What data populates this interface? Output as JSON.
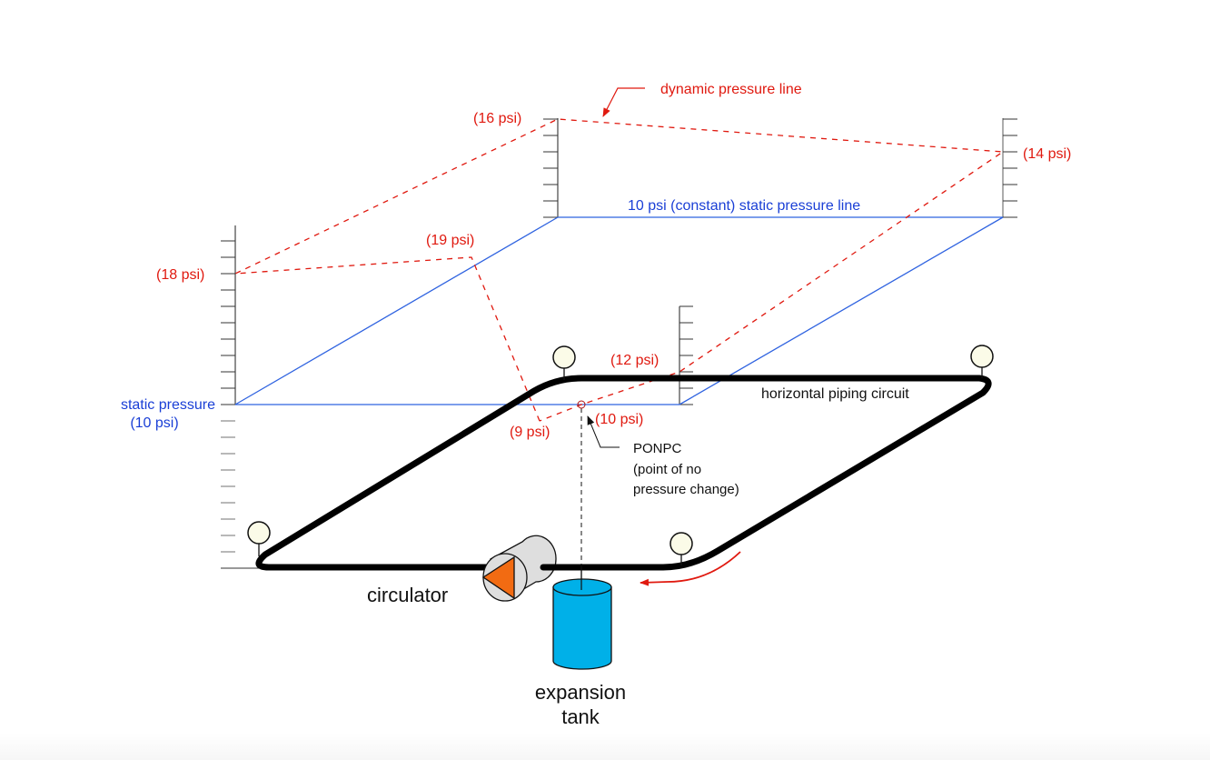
{
  "colors": {
    "dynamic": "#e0190f",
    "static": "#2f63e0",
    "static_text": "#1a3fd6",
    "pipe": "#000000",
    "gauge_fill": "#fbfbe8",
    "tank_fill": "#00b0e8",
    "pump_body": "#dedede",
    "pump_arrow": "#f26b12",
    "tick": "#333333"
  },
  "labels": {
    "dynamic_line": "dynamic pressure line",
    "static_line": "10 psi (constant) static pressure line",
    "static_pressure": "static pressure",
    "static_pressure_value": "(10 psi)",
    "p16": "(16 psi)",
    "p14": "(14 psi)",
    "p18": "(18 psi)",
    "p19": "(19 psi)",
    "p12": "(12 psi)",
    "p9": "(9 psi)",
    "p10": "(10 psi)",
    "ponpc": "PONPC",
    "ponpc_desc_1": "(point of no",
    "ponpc_desc_2": "pressure change)",
    "circuit": "horizontal piping circuit",
    "circulator": "circulator",
    "tank_1": "expansion",
    "tank_2": "tank"
  },
  "pressures": {
    "static_psi": 10,
    "points": [
      {
        "name": "left-corner",
        "psi": 18
      },
      {
        "name": "back-left-corner",
        "psi": 16
      },
      {
        "name": "back-right-corner",
        "psi": 14
      },
      {
        "name": "front-right-corner",
        "psi": 12
      },
      {
        "name": "ponpc",
        "psi": 10
      },
      {
        "name": "pump-inlet",
        "psi": 9
      },
      {
        "name": "pump-outlet",
        "psi": 19
      }
    ]
  }
}
